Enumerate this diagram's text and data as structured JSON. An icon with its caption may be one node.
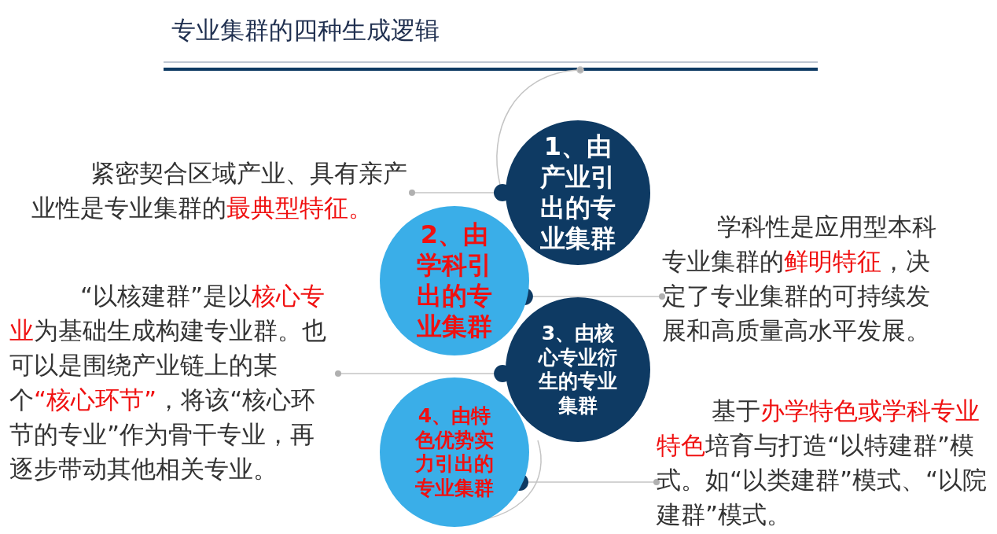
{
  "diagram": {
    "title": "专业集群的四种生成逻辑",
    "nodes": [
      {
        "text": [
          "1、由产业引出的专业集群"
        ]
      },
      {
        "text": [
          "2、由学科引出的专业集群"
        ]
      },
      {
        "text": [
          "3、由核心专业衍生的专业集群"
        ]
      },
      {
        "text": [
          "4、由特色优势实力引出的专业集群"
        ]
      },
      {
        "text": [
          "紧密契合区域产业、具有亲产业性是专业集群的**最典型特征。**"
        ]
      },
      {
        "text": [
          "学科性是应用型本科专业集群的**鲜明特征**，决定了专业集群的可持续发展和高质量高水平发展。"
        ]
      },
      {
        "text": [
          "“以核建群”是以**核心专业**为基础生成构建专业群。也可以是围绕产业链上的某个**“核心环节”**，将该“核心环节的专业”作为骨干专业，再逐步带动其他相关专业。"
        ]
      },
      {
        "text": [
          "基于**办学特色或学科专业特色**培育与打造“以特建群”模式。如“以类建群”模式、“以院建群”模式。"
        ]
      }
    ],
    "edges": [
      {
        "from": 4,
        "to": 0,
        "arrow": "other"
      },
      {
        "from": 5,
        "to": 1,
        "arrow": "other"
      },
      {
        "from": 6,
        "to": 2,
        "arrow": "other"
      },
      {
        "from": 7,
        "to": 3,
        "arrow": "other"
      }
    ]
  }
}
